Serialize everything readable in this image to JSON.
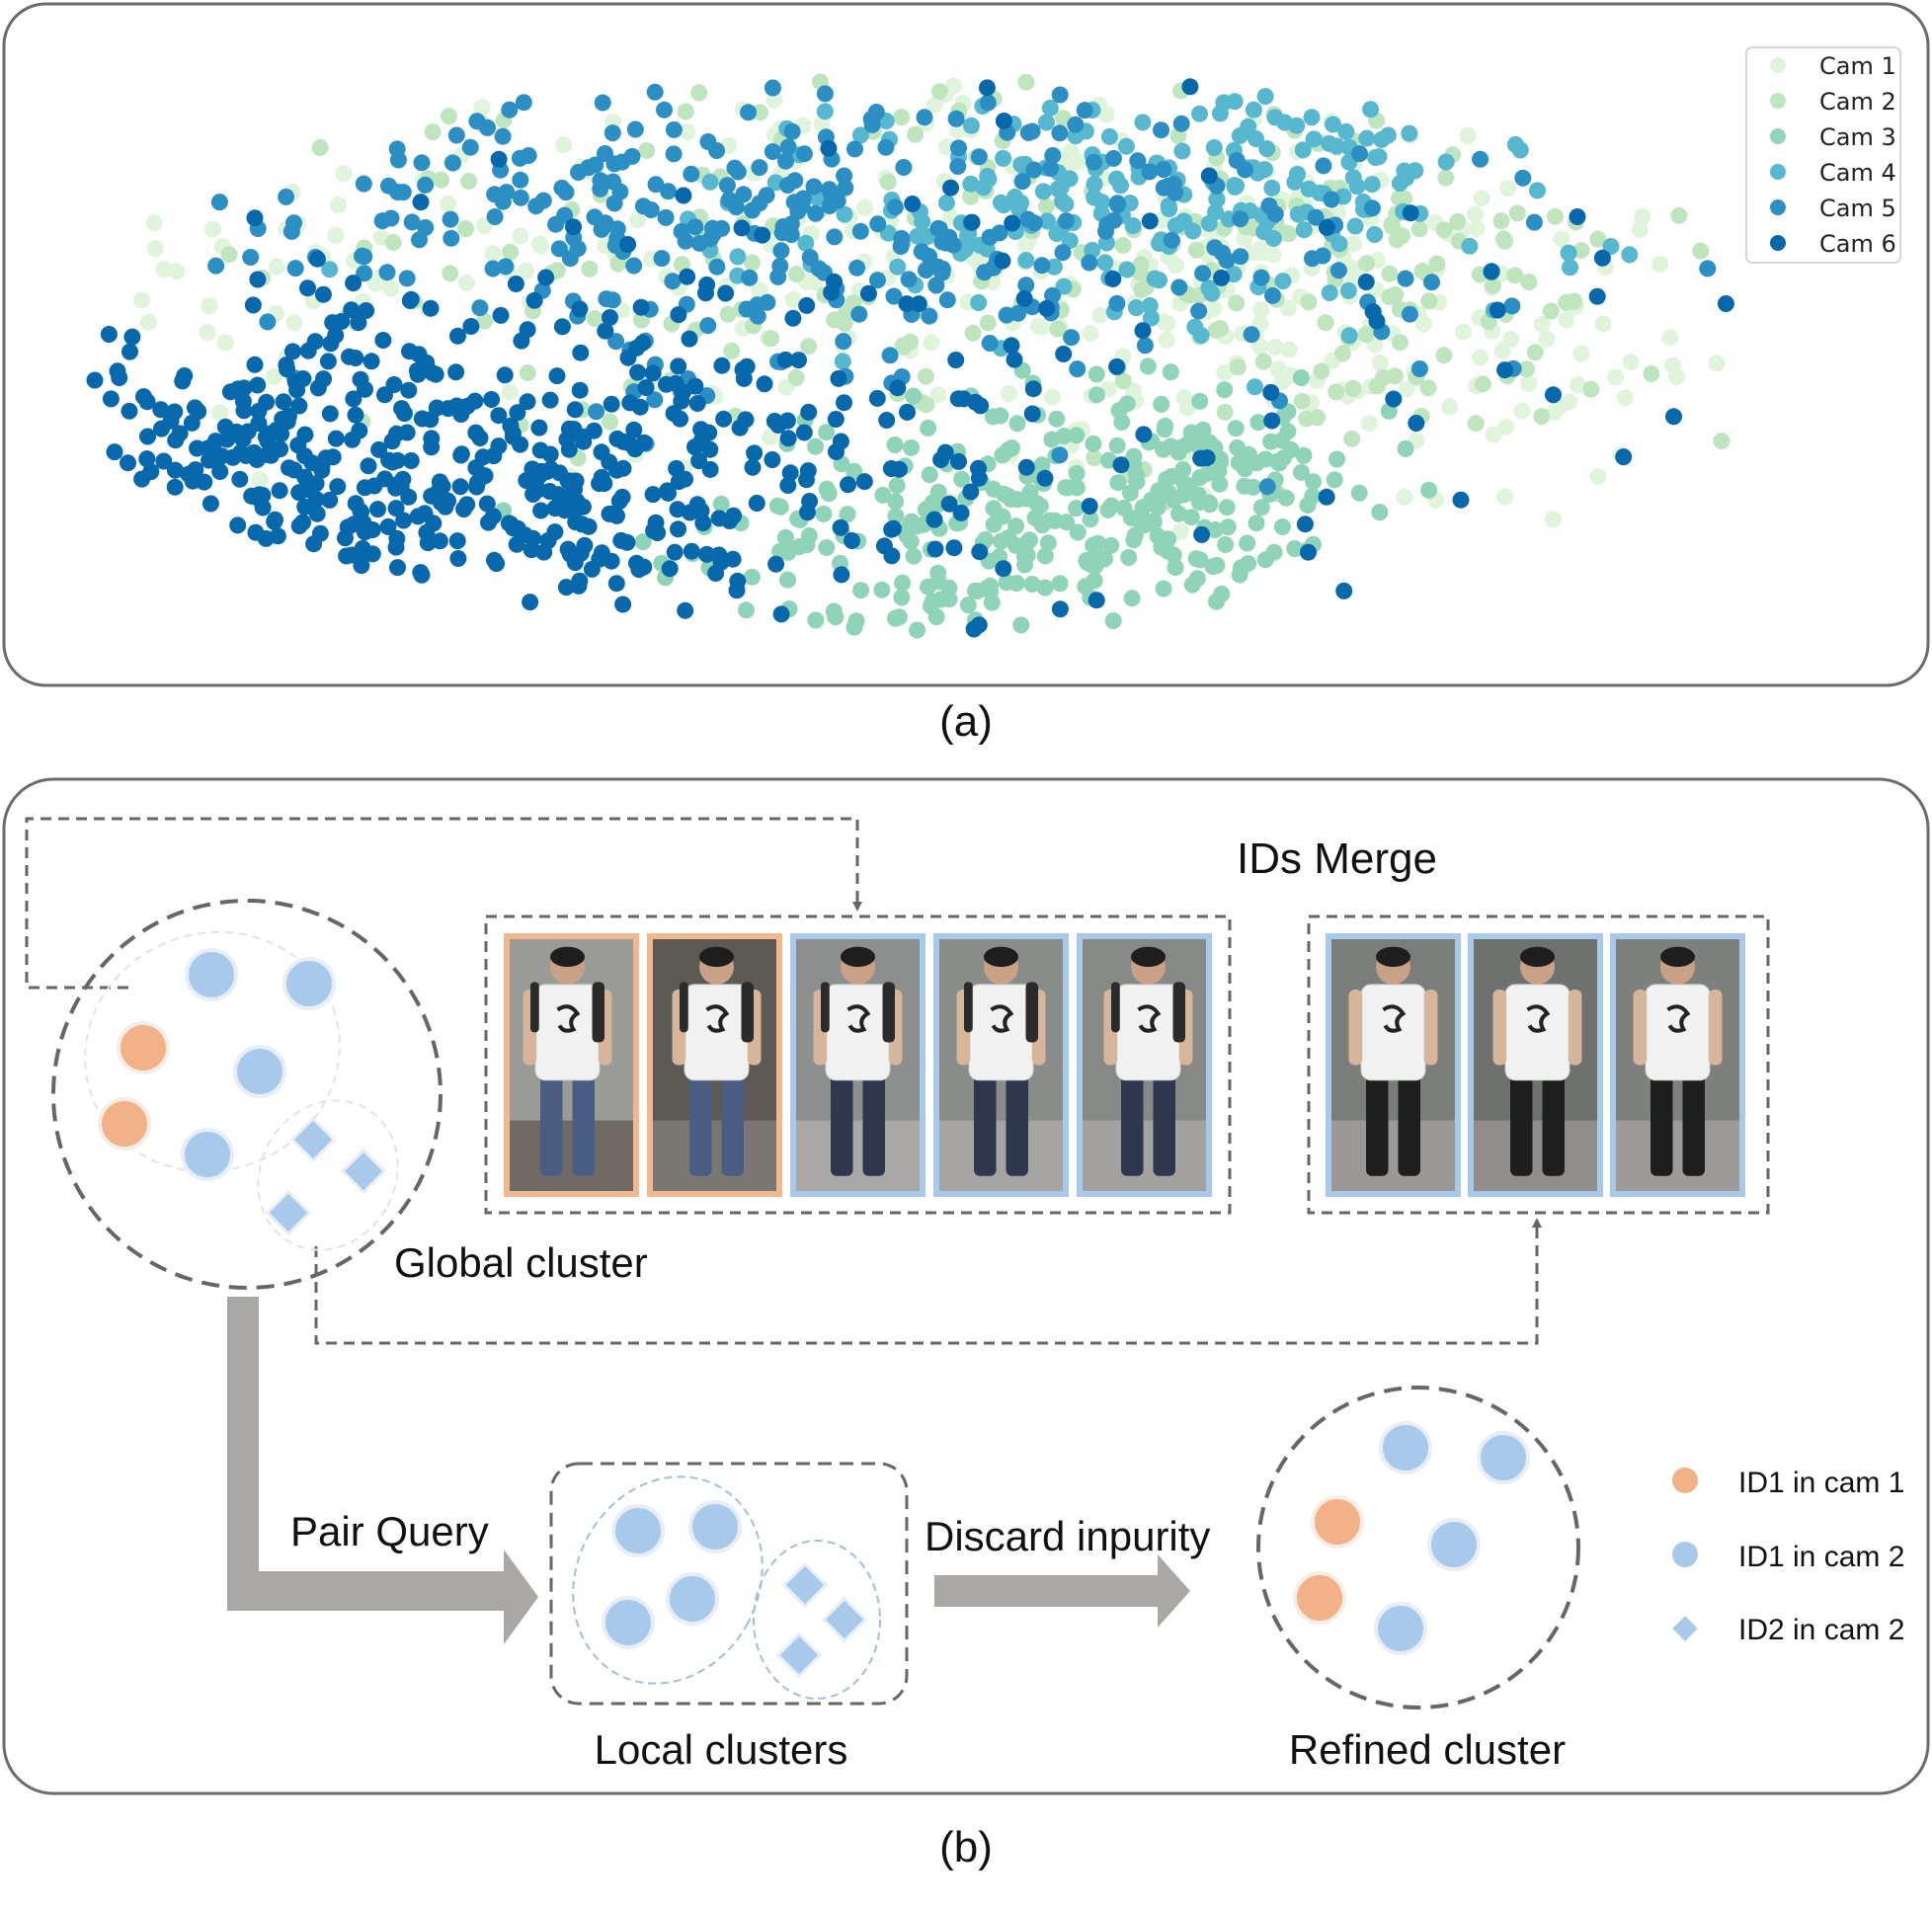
{
  "panel_a": {
    "caption": "(a)",
    "legend": [
      {
        "label": "Cam 1",
        "color": "#e0f3db"
      },
      {
        "label": "Cam 2",
        "color": "#bfe5bf"
      },
      {
        "label": "Cam 3",
        "color": "#8fd3b8"
      },
      {
        "label": "Cam 4",
        "color": "#56b7cf"
      },
      {
        "label": "Cam 5",
        "color": "#2c8fc4"
      },
      {
        "label": "Cam 6",
        "color": "#0868ac"
      }
    ]
  },
  "panel_b": {
    "caption": "(b)",
    "labels": {
      "ids_merge": "IDs Merge",
      "global_cluster": "Global cluster",
      "pair_query": "Pair Query",
      "local_clusters": "Local clusters",
      "discard": "Discard inpurity",
      "refined_cluster": "Refined cluster"
    },
    "legend": [
      {
        "label": "ID1 in cam 1",
        "shape": "circle",
        "color": "#f2b186"
      },
      {
        "label": "ID1 in cam 2",
        "shape": "circle",
        "color": "#a9c9eb"
      },
      {
        "label": "ID2 in cam 2",
        "shape": "diamond",
        "color": "#a9c9eb"
      }
    ],
    "colors": {
      "orange": "#f2b186",
      "blue": "#a9c9eb",
      "frame_orange": "#f0b88c",
      "frame_blue": "#a9c9eb",
      "dash": "#666666",
      "arrow": "#aaa7a7"
    }
  }
}
